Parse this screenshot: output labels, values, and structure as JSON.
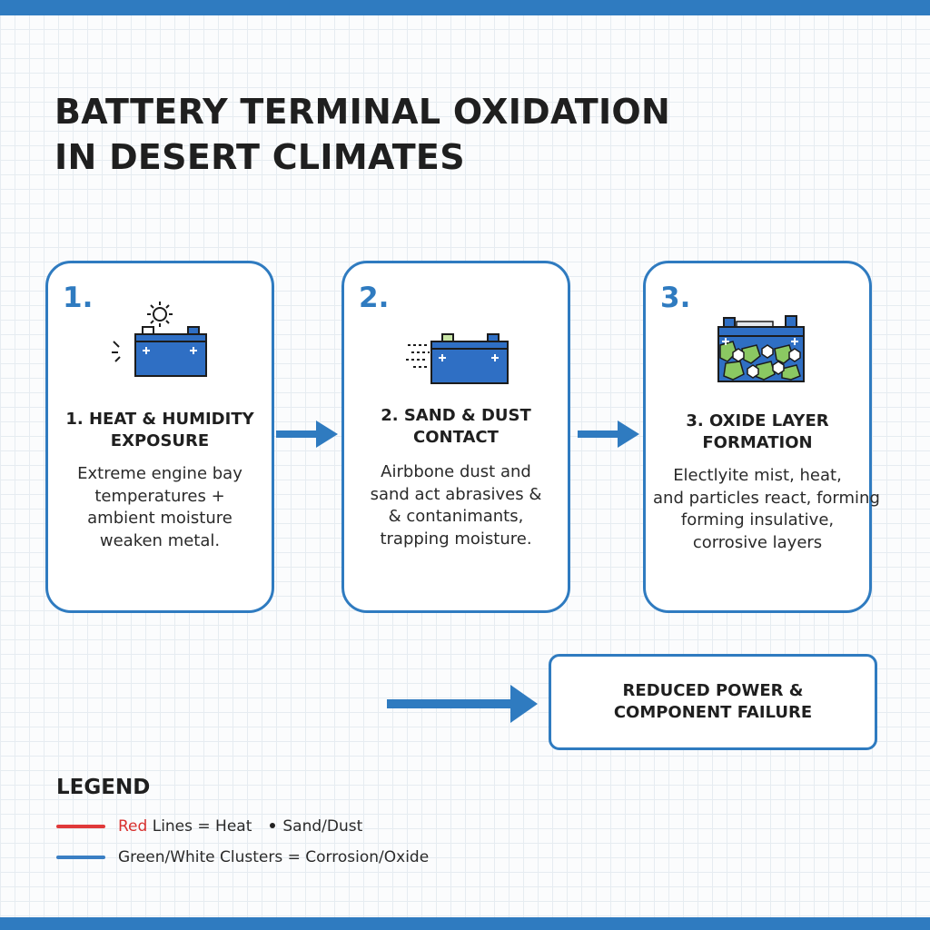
{
  "title": {
    "line1": "BATTERY TERMINAL OXIDATION",
    "line2": "IN DESERT CLIMATES"
  },
  "steps": [
    {
      "number": "1.",
      "heading": [
        "1. HEAT & HUMIDITY",
        "EXPOSURE"
      ],
      "body": [
        "Extreme engine bay",
        "temperatures +",
        "ambient moisture",
        "weaken metal."
      ],
      "icon": "battery-sun-icon"
    },
    {
      "number": "2.",
      "heading": [
        "2. SAND & DUST",
        "CONTACT"
      ],
      "body": [
        "Airbbone dust and",
        "sand act abrasives &",
        "& contanimants,",
        "trapping moisture."
      ],
      "icon": "battery-dust-icon"
    },
    {
      "number": "3.",
      "heading": [
        "3. OXIDE LAYER",
        "FORMATION"
      ],
      "body": [
        "Electlyite mist, heat,",
        "and particles react, forming",
        "forming insulative,",
        "corrosive layers"
      ],
      "icon": "battery-corrosion-icon"
    }
  ],
  "result": {
    "line1": "REDUCED POWER &",
    "line2": "COMPONENT FAILURE"
  },
  "legend": {
    "title": "LEGEND",
    "row1": {
      "red_word": "Red",
      "text": " Lines = Heat",
      "dot_text": "Sand/Dust",
      "swatch_color": "#e0393a"
    },
    "row2": {
      "text": "Green/White Clusters = Corrosion/Oxide",
      "swatch_color": "#3a7fc4"
    }
  },
  "colors": {
    "accent": "#2f7bc0",
    "battery_body": "#2f6fc4",
    "corrosion_green": "#8bc862",
    "heat_red": "#e0393a"
  }
}
